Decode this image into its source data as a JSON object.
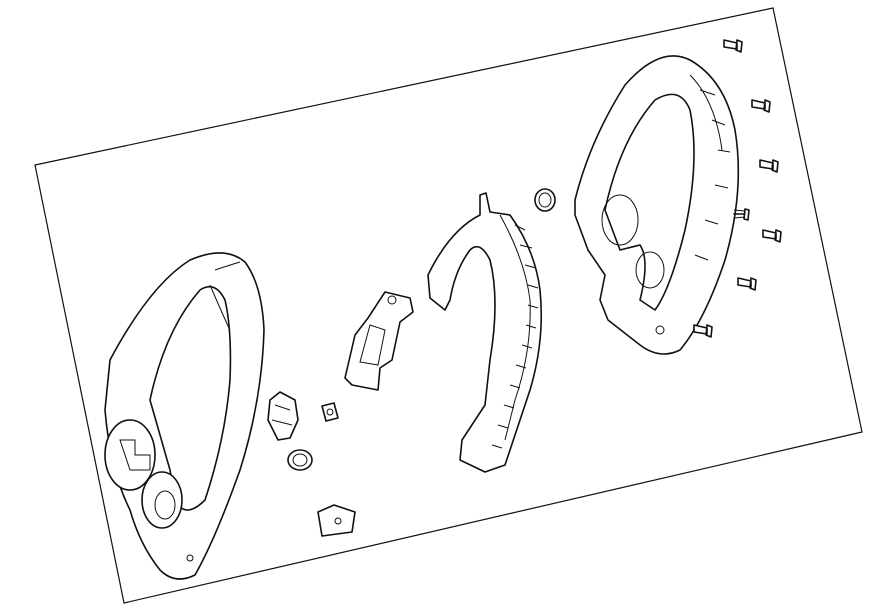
{
  "colors": {
    "line": "#111111",
    "background": "#ffffff"
  },
  "parts": [
    "handle-left-half",
    "latch-clip",
    "spring-small-left",
    "nut-square",
    "plate-square",
    "trigger-bracket",
    "arm-frame",
    "spring-small-right",
    "handle-right-half",
    "screw"
  ]
}
